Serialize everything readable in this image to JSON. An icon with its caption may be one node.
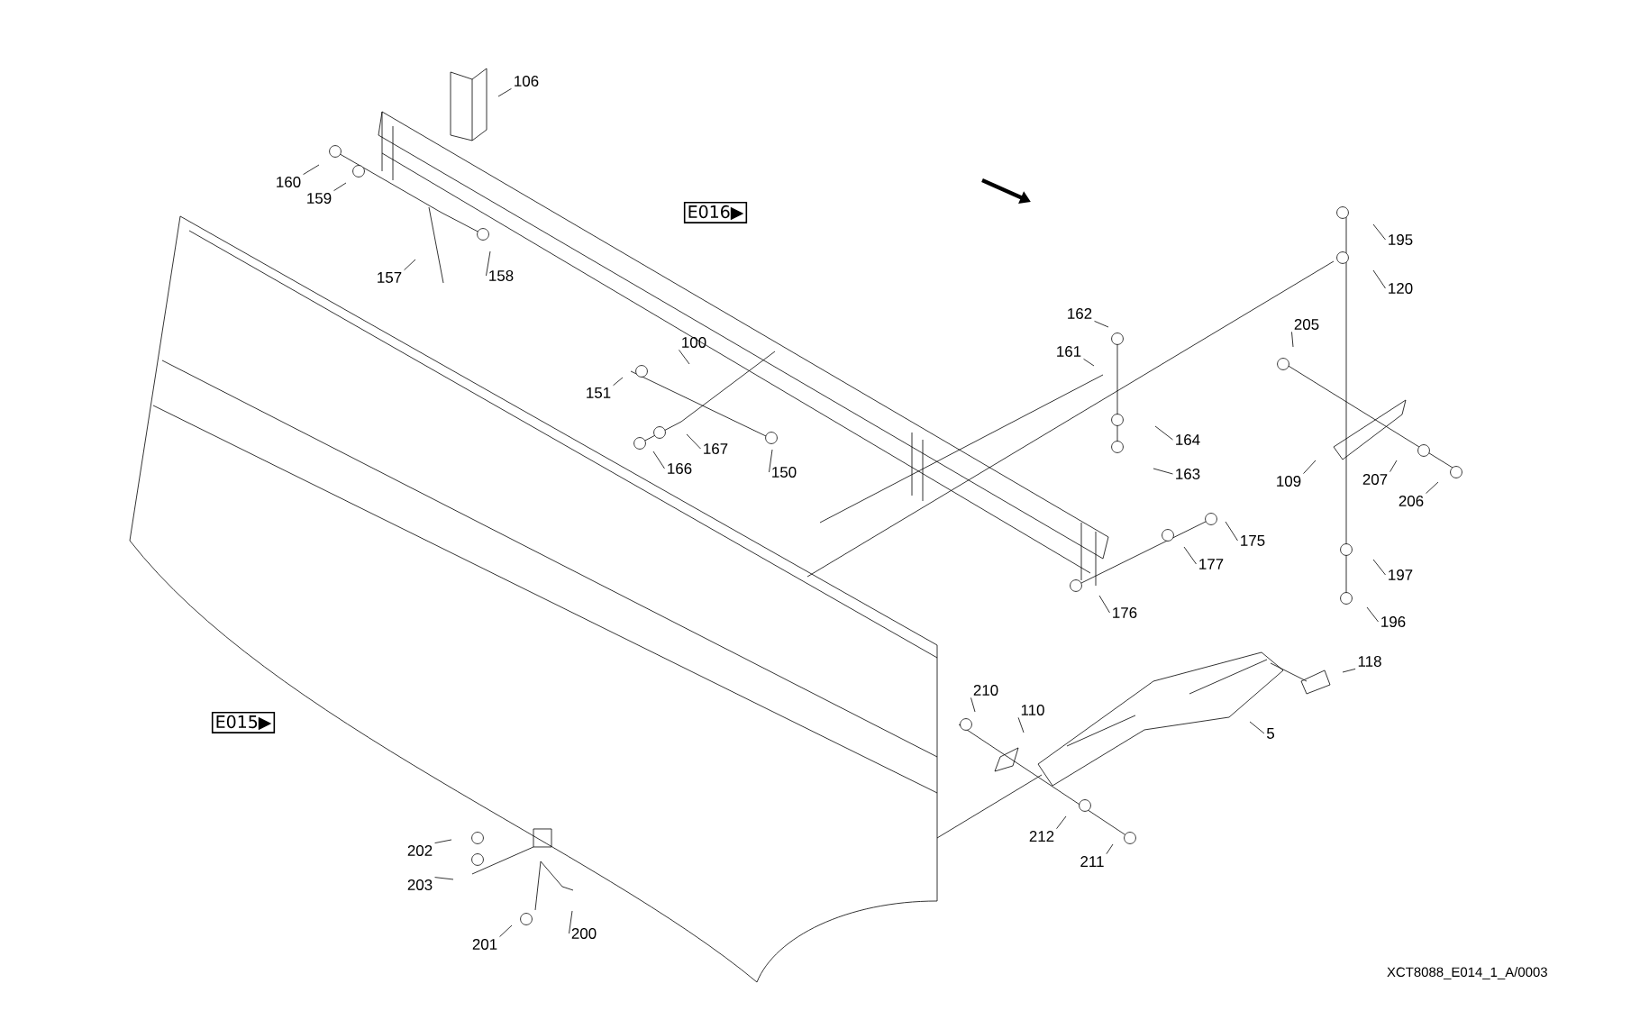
{
  "diagram": {
    "nodes": [
      {
        "text": [
          "106"
        ]
      },
      {
        "text": [
          "160"
        ]
      },
      {
        "text": [
          "159"
        ]
      },
      {
        "text": [
          "E016▶"
        ]
      },
      {
        "text": [
          "157"
        ]
      },
      {
        "text": [
          "158"
        ]
      },
      {
        "text": [
          "195"
        ]
      },
      {
        "text": [
          "120"
        ]
      },
      {
        "text": [
          "162"
        ]
      },
      {
        "text": [
          "205"
        ]
      },
      {
        "text": [
          "100"
        ]
      },
      {
        "text": [
          "161"
        ]
      },
      {
        "text": [
          "151"
        ]
      },
      {
        "text": [
          "167"
        ]
      },
      {
        "text": [
          "164"
        ]
      },
      {
        "text": [
          "150"
        ]
      },
      {
        "text": [
          "166"
        ]
      },
      {
        "text": [
          "163"
        ]
      },
      {
        "text": [
          "109"
        ]
      },
      {
        "text": [
          "207"
        ]
      },
      {
        "text": [
          "206"
        ]
      },
      {
        "text": [
          "175"
        ]
      },
      {
        "text": [
          "177"
        ]
      },
      {
        "text": [
          "197"
        ]
      },
      {
        "text": [
          "176"
        ]
      },
      {
        "text": [
          "196"
        ]
      },
      {
        "text": [
          "118"
        ]
      },
      {
        "text": [
          "210"
        ]
      },
      {
        "text": [
          "110"
        ]
      },
      {
        "text": [
          "5"
        ]
      },
      {
        "text": [
          "E015▶"
        ]
      },
      {
        "text": [
          "212"
        ]
      },
      {
        "text": [
          "211"
        ]
      },
      {
        "text": [
          "202"
        ]
      },
      {
        "text": [
          "203"
        ]
      },
      {
        "text": [
          "201"
        ]
      },
      {
        "text": [
          "200"
        ]
      }
    ],
    "edges": [
      {
        "from": 0,
        "to": null,
        "arrow": "none"
      },
      {
        "from": 1,
        "to": null,
        "arrow": "none"
      },
      {
        "from": 2,
        "to": null,
        "arrow": "none"
      },
      {
        "from": 4,
        "to": null,
        "arrow": "none"
      },
      {
        "from": 5,
        "to": null,
        "arrow": "none"
      },
      {
        "from": 6,
        "to": null,
        "arrow": "none"
      },
      {
        "from": 7,
        "to": null,
        "arrow": "none"
      },
      {
        "from": 8,
        "to": null,
        "arrow": "none"
      },
      {
        "from": 9,
        "to": null,
        "arrow": "none"
      },
      {
        "from": 10,
        "to": null,
        "arrow": "none"
      },
      {
        "from": 11,
        "to": null,
        "arrow": "none"
      },
      {
        "from": 12,
        "to": null,
        "arrow": "none"
      },
      {
        "from": 13,
        "to": null,
        "arrow": "none"
      },
      {
        "from": 14,
        "to": null,
        "arrow": "none"
      },
      {
        "from": 15,
        "to": null,
        "arrow": "none"
      },
      {
        "from": 16,
        "to": null,
        "arrow": "none"
      },
      {
        "from": 17,
        "to": null,
        "arrow": "none"
      },
      {
        "from": 18,
        "to": null,
        "arrow": "none"
      },
      {
        "from": 19,
        "to": null,
        "arrow": "none"
      },
      {
        "from": 20,
        "to": null,
        "arrow": "none"
      },
      {
        "from": 21,
        "to": null,
        "arrow": "none"
      },
      {
        "from": 22,
        "to": null,
        "arrow": "none"
      },
      {
        "from": 23,
        "to": null,
        "arrow": "none"
      },
      {
        "from": 24,
        "to": null,
        "arrow": "none"
      },
      {
        "from": 25,
        "to": null,
        "arrow": "none"
      },
      {
        "from": 26,
        "to": null,
        "arrow": "none"
      },
      {
        "from": 27,
        "to": null,
        "arrow": "none"
      },
      {
        "from": 28,
        "to": null,
        "arrow": "none"
      },
      {
        "from": 29,
        "to": null,
        "arrow": "none"
      },
      {
        "from": 31,
        "to": null,
        "arrow": "none"
      },
      {
        "from": 32,
        "to": null,
        "arrow": "none"
      },
      {
        "from": 33,
        "to": null,
        "arrow": "none"
      },
      {
        "from": 34,
        "to": null,
        "arrow": "none"
      },
      {
        "from": 35,
        "to": null,
        "arrow": "none"
      },
      {
        "from": 36,
        "to": null,
        "arrow": "none"
      }
    ],
    "labels": [
      "XCT8088_E014_1_A/0003"
    ]
  }
}
